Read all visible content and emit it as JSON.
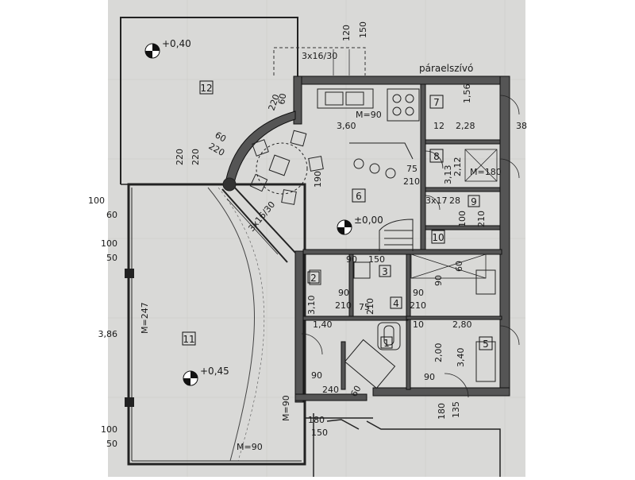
{
  "rooms": {
    "r12": "12",
    "r11": "11",
    "r6": "6",
    "r7": "7",
    "r8": "8",
    "r9": "9",
    "r10": "10",
    "r5": "5",
    "r1": "1",
    "r2": "2",
    "r3": "3",
    "r4": "4"
  },
  "levels": {
    "terrace_top": "+0,40",
    "main": "±0,00",
    "terrace_bottom": "+0,45"
  },
  "annotations": {
    "hood": "páraelszívó",
    "stair": "3x16/30",
    "stair_left": "3x16/30"
  },
  "dims": {
    "d120": "120",
    "d150a": "150",
    "d60": "60",
    "d220a": "220",
    "d60b": "60",
    "d220b": "220",
    "d220c": "220",
    "d220d": "220",
    "d90kit": "M=90",
    "d360": "3,60",
    "d156": "1,56",
    "d12": "12",
    "d228": "2,28",
    "d38": "38",
    "d75": "75",
    "d210a": "210",
    "d180": "M=180",
    "d212": "2,12",
    "d31312": "3,13",
    "d3x17": "3x17",
    "d28": "28",
    "d190": "190",
    "d100a": "100",
    "d60c": "60",
    "d100b": "100",
    "d50": "50",
    "d247": "M=247",
    "d386": "3,86",
    "d100c": "100",
    "d50b": "50",
    "d90b": "M=90",
    "d90d": "M=90",
    "d310": "3,10",
    "d140": "1,40",
    "d90e": "90",
    "d240": "240",
    "d180b": "180",
    "d150b": "150",
    "d280": "2,80",
    "d200": "2,00",
    "d340": "3,40",
    "d90f": "90",
    "d210b": "210",
    "d90g": "90",
    "d210c": "210",
    "d75b": "75",
    "d210d": "210",
    "d10": "10",
    "d90h": "90",
    "d210e": "210",
    "d150c": "150",
    "d100d": "100",
    "d60e": "60",
    "d90i": "90",
    "d180c": "180",
    "d60f": "60",
    "d135": "135"
  }
}
